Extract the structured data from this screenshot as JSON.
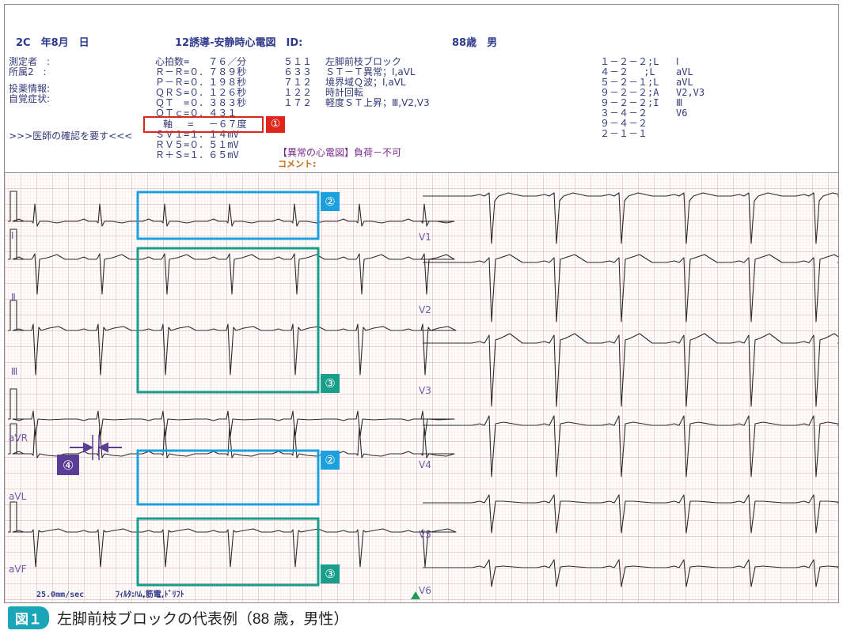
{
  "header": {
    "date": "2C　年8月　日",
    "title": "12誘導-安静時心電図　ID:",
    "age_sex": "88歳　男",
    "fields": [
      "測定者　:",
      "所属2　:",
      "投薬情報:",
      "自覚症状:"
    ],
    "doctor_note": ">>>医師の確認を要す<<<"
  },
  "measurements": [
    "心拍数=　　７６／分",
    "Ｒ－Ｒ=０．７８９秒",
    "Ｐ－Ｒ=０．１９８秒",
    "ＱＲＳ=０．１２６秒",
    "ＱＴ　=０．３８３秒",
    "ＱＴｃ=０．４３１",
    "軸　 =　 －６７度",
    "ＳＶ１=１．１４mV",
    "ＲＶ５=０．５１mV",
    "Ｒ＋Ｓ=１．６５mV"
  ],
  "findings": [
    {
      "code": "５１１",
      "text": "左脚前枝ブロック"
    },
    {
      "code": "６３３",
      "text": "ＳＴ－Ｔ異常；Ⅰ,aVL"
    },
    {
      "code": "７１２",
      "text": "境界域Ｑ波；Ⅰ,aVL"
    },
    {
      "code": "１２２",
      "text": "時計回転"
    },
    {
      "code": "１７２",
      "text": "軽度ＳＴ上昇；Ⅲ,V2,V3"
    }
  ],
  "abnormal": "【異常の心電図】負荷－不可",
  "comment": "コメント:",
  "minnesota": [
    {
      "code": "１－２－２;L",
      "leads": "Ⅰ"
    },
    {
      "code": "４－２　 ;L",
      "leads": "aVL"
    },
    {
      "code": "５－２－１;L",
      "leads": "aVL"
    },
    {
      "code": "９－２－２;A",
      "leads": "V2,V3"
    },
    {
      "code": "９－２－２;I",
      "leads": "Ⅲ"
    },
    {
      "code": "３－４－２",
      "leads": "V6"
    },
    {
      "code": "９－４－２",
      "leads": ""
    },
    {
      "code": "２－１－１",
      "leads": ""
    }
  ],
  "leads_left": [
    "Ⅰ",
    "Ⅱ",
    "Ⅲ",
    "aVR",
    "aVL",
    "aVF"
  ],
  "leads_right": [
    "V1",
    "V2",
    "V3",
    "V4",
    "V5",
    "V6"
  ],
  "footer": {
    "speed": "25.0mm/sec",
    "filter": "ﾌｨﾙﾀ:ﾊﾑ,筋電,ﾄﾞﾘﾌﾄ"
  },
  "annotations": {
    "axis_marker": "①",
    "box_inferior_marker": "②",
    "box_green_marker": "③",
    "qrs_marker": "④"
  },
  "colors": {
    "grid_minor": "#f5cccc",
    "grid_major": "#eb9b9b",
    "trace": "#2a2a2a",
    "red": "#e0251b",
    "blue": "#1ba0dd",
    "green": "#1a9e8c",
    "purple": "#5a3e96",
    "fig_badge": "#1aa5b8"
  },
  "caption": {
    "badge": "図１",
    "text": "左脚前枝ブロックの代表例（88 歳，男性）"
  }
}
